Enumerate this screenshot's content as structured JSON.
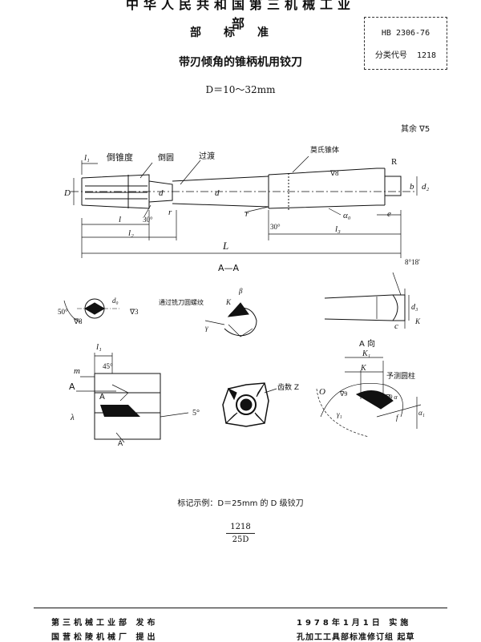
{
  "header": {
    "ministry": "中华人民共和国第三机械工业部",
    "standard_type": "部标准",
    "code": "HB 2306-76",
    "class_label": "分类代号",
    "class_code": "1218"
  },
  "title": "带刃倾角的锥柄机用铰刀",
  "subtitle": "D＝10～32mm",
  "roughness_note": "其余 ∇5",
  "drawing_labels": {
    "l1": "l₁",
    "taper": "倒锥度",
    "chamfer": "倒圆",
    "neck": "过渡",
    "morse": "莫氏锥体",
    "R": "R",
    "V8": "∇8",
    "D": "D",
    "d": "d",
    "d_neck": "d",
    "r": "r",
    "r2": "r",
    "a30_1": "30°",
    "a30_2": "30°",
    "l": "l",
    "l2": "l₂",
    "l3": "l₃",
    "L": "L",
    "e": "e",
    "alpha0": "α₀",
    "b": "b",
    "d2": "d₂",
    "section_AA": "A—A",
    "angle_8_18": "8°18'",
    "a50": "50°",
    "d0": "d₀",
    "V3": "∇3",
    "V8b": "∇8",
    "groove_note": "通过铣刀圆螺纹",
    "beta": "β",
    "k": "K",
    "gamma": "γ",
    "d3": "d₃",
    "c": "c",
    "kr": "K",
    "l1b": "l₁",
    "m": "m",
    "a45": "45°",
    "A_left": "A",
    "A_mid": "A",
    "A_bot": "A",
    "lambda": "λ",
    "a5": "5°",
    "teeth": "齿数 Z",
    "view_A": "A 向",
    "K1": "K₁",
    "K": "K",
    "aux_axis": "予测圆柱",
    "O": "O",
    "V9": "∇9",
    "gamma1": "γ₁",
    "alpha": "∇9 α",
    "alpha1": "α₁",
    "f": "f"
  },
  "example_note": "标记示例：D＝25mm 的 D 级铰刀",
  "page_number": {
    "top": "1218",
    "bottom": "25D"
  },
  "footer": {
    "issuer": "第三机械工业部",
    "issue_action": "发布",
    "proposer": "国营松陵机械厂",
    "propose_action": "提出",
    "date": "1978年1月1日",
    "effective": "实施",
    "drafter": "孔加工工具部标准修订组",
    "draft_action": "起草"
  }
}
